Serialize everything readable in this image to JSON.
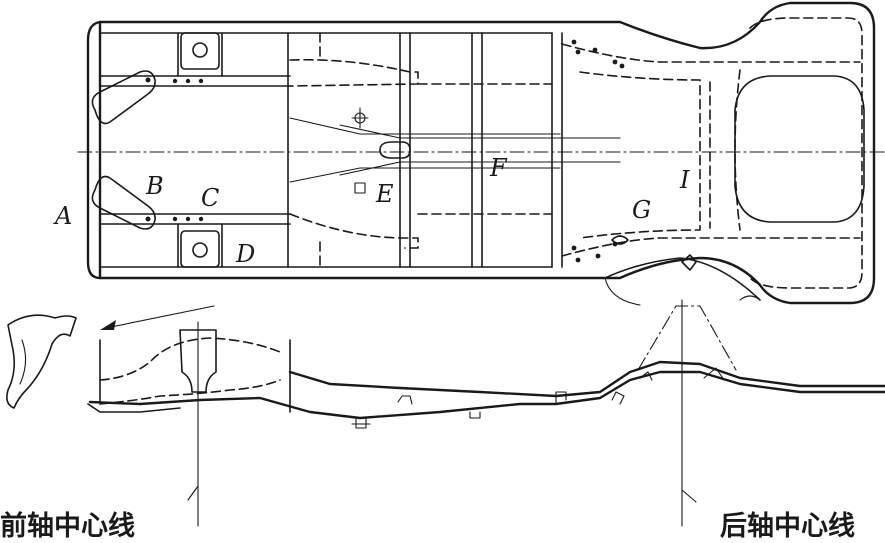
{
  "labels": {
    "A": "A",
    "B": "B",
    "C": "C",
    "D": "D",
    "E": "E",
    "F": "F",
    "G": "G",
    "I": "I"
  },
  "axis_labels": {
    "front": "前轴中心线",
    "rear": "后轴中心线"
  }
}
